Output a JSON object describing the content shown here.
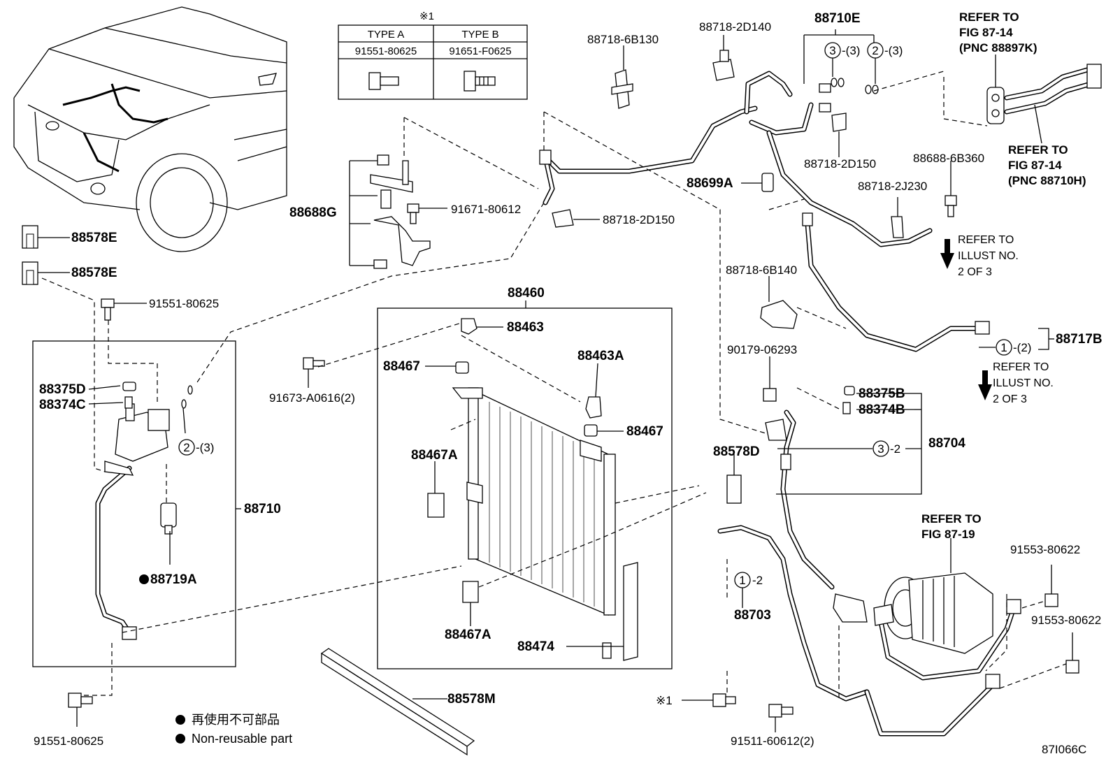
{
  "footnote_table": {
    "mark": "※1",
    "headers": [
      "TYPE A",
      "TYPE B"
    ],
    "part_numbers": [
      "91551-80625",
      "91651-F0625"
    ]
  },
  "parts": {
    "p88710E": "88710E",
    "p88718_2D140": "88718-2D140",
    "p88718_6B130": "88718-6B130",
    "p88718_2D150_top": "88718-2D150",
    "p88718_2D150_left": "88718-2D150",
    "p88699A": "88699A",
    "p88688_6B360": "88688-6B360",
    "p88718_2J230": "88718-2J230",
    "p88688G": "88688G",
    "p91671_80612": "91671-80612",
    "p88578E_1": "88578E",
    "p88578E_2": "88578E",
    "p91551_80625_top": "91551-80625",
    "p88375D": "88375D",
    "p88374C": "88374C",
    "p88710": "88710",
    "p88719A": "88719A",
    "p91551_80625_bottom": "91551-80625",
    "p88460": "88460",
    "p88463": "88463",
    "p88467_1": "88467",
    "p88463A": "88463A",
    "p88467_2": "88467",
    "p88467A_1": "88467A",
    "p88467A_2": "88467A",
    "p88474": "88474",
    "p88578M": "88578M",
    "p91673_A0616": "91673-A0616(2)",
    "p88718_6B140": "88718-6B140",
    "p88717B": "88717B",
    "p90179_06293": "90179-06293",
    "p88375B": "88375B",
    "p88374B": "88374B",
    "p88704": "88704",
    "p88578D": "88578D",
    "p88703": "88703",
    "p91553_80622_1": "91553-80622",
    "p91553_80622_2": "91553-80622",
    "p91511_60612": "91511-60612(2)",
    "footnote_mark": "※1"
  },
  "callouts": {
    "c3_top": "3",
    "c3_top_qty": "-(3)",
    "c2_top": "2",
    "c2_top_qty": "-(3)",
    "c2_left": "2",
    "c2_left_qty": "-(3)",
    "c1_right": "1",
    "c1_right_qty": "-(2)",
    "c3_mid": "3",
    "c3_mid_qty": "-2",
    "c1_bottom": "1",
    "c1_bottom_qty": "-2"
  },
  "references": {
    "r1": [
      "REFER TO",
      "FIG 87-14",
      "(PNC 88897K)"
    ],
    "r2": [
      "REFER TO",
      "FIG 87-14",
      "(PNC 88710H)"
    ],
    "r3": [
      "REFER TO",
      "ILLUST NO.",
      "2 OF 3"
    ],
    "r4": [
      "REFER TO",
      "ILLUST NO.",
      "2 OF 3"
    ],
    "r5": [
      "REFER TO",
      "FIG 87-19"
    ]
  },
  "legend": {
    "line_jp": "再使用不可部品",
    "line_en": "Non-reusable part"
  },
  "figure_id": "87I066C"
}
